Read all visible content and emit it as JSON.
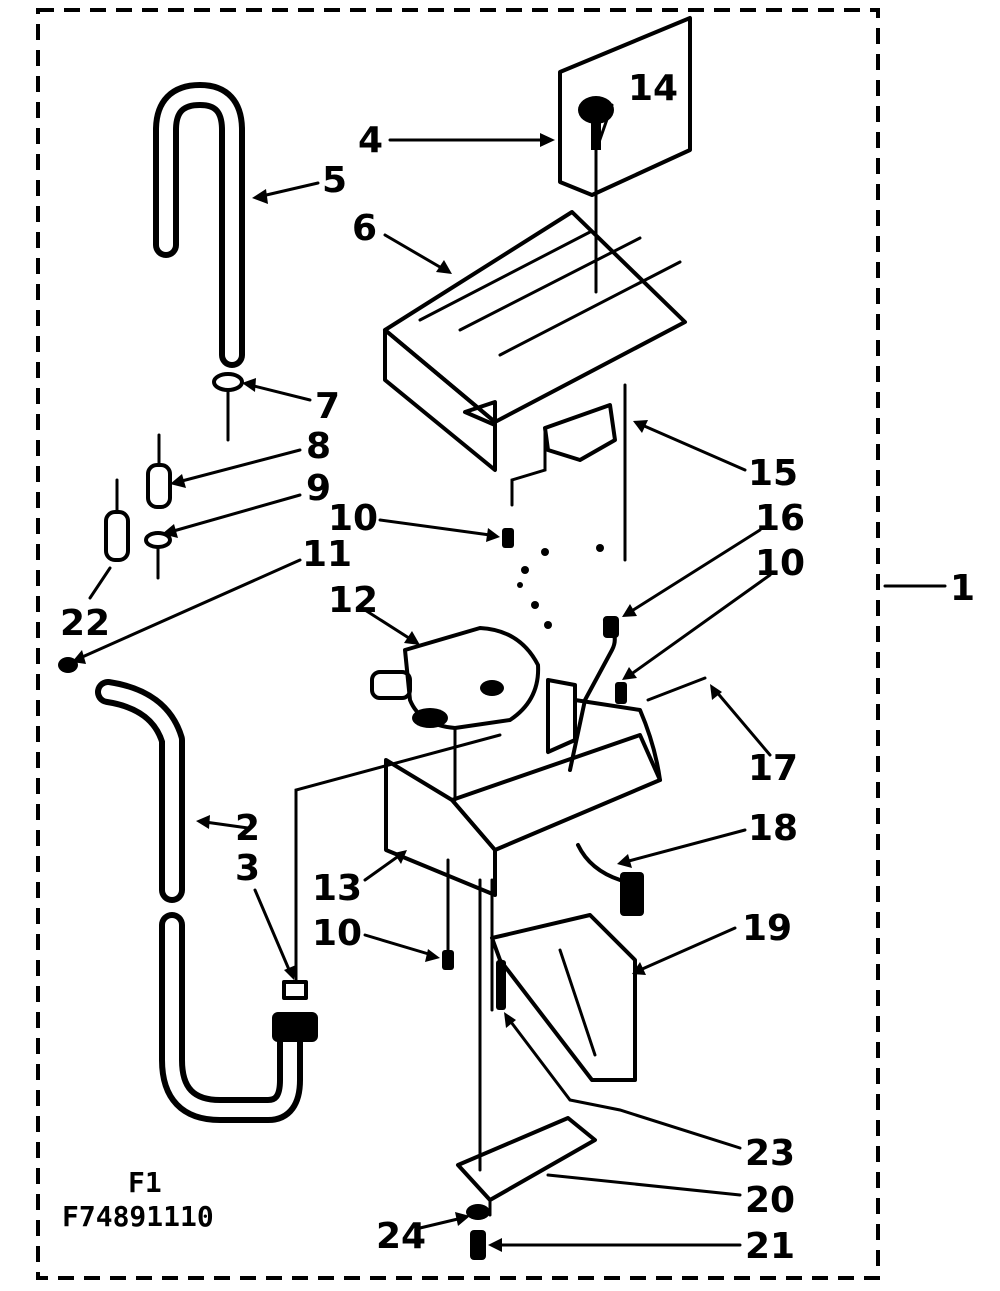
{
  "figure": {
    "fig_label": "F1",
    "fig_code": "F74891110"
  },
  "callouts": {
    "c1": "1",
    "c2": "2",
    "c3": "3",
    "c4": "4",
    "c5": "5",
    "c6": "6",
    "c7": "7",
    "c8": "8",
    "c9": "9",
    "c10a": "10",
    "c10b": "10",
    "c10c": "10",
    "c11": "11",
    "c12": "12",
    "c13": "13",
    "c14": "14",
    "c15": "15",
    "c16": "16",
    "c17": "17",
    "c18": "18",
    "c19": "19",
    "c20": "20",
    "c21": "21",
    "c22": "22",
    "c23": "23",
    "c24": "24"
  }
}
